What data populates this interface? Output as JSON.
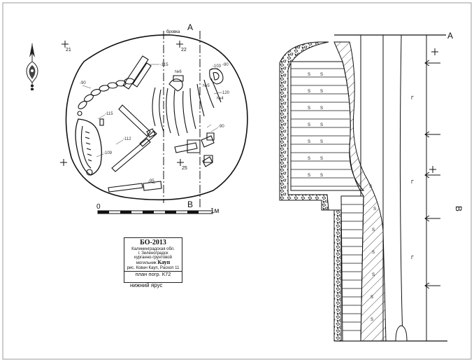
{
  "section": {
    "label_a_top": "А",
    "label_a_right": "А",
    "label_b_bottom": "В",
    "label_b_right": "В",
    "label_brovka": "бровка"
  },
  "grid": {
    "marker_21": "21",
    "marker_22": "22",
    "marker_25": "25"
  },
  "scale": {
    "zero": "0",
    "one": "1м"
  },
  "annotations": {
    "a115_top": "-115",
    "a90_left": "-90",
    "a115_mid": "-115",
    "a112": "-112",
    "a109": "-109",
    "a103": "-103",
    "a90_right": "-90",
    "a90_bottom": "-90",
    "a120": "-120",
    "a95": "-95",
    "find1": "№6",
    "find2": "№5",
    "find3": "№4"
  },
  "stamp": {
    "title": "БО-2013",
    "region": "Калининградская обл.",
    "city": "г. Зеленоградск",
    "site": "курганно-грунтовой",
    "cemetery": "могильник",
    "site_name": "Кауп",
    "authors": "рис. Ковач Кауп, Рaскоп 11",
    "plan": "план погр. К72",
    "tier": "нижний ярус"
  },
  "soil_symbols": {
    "s": "S",
    "g": "Г"
  }
}
